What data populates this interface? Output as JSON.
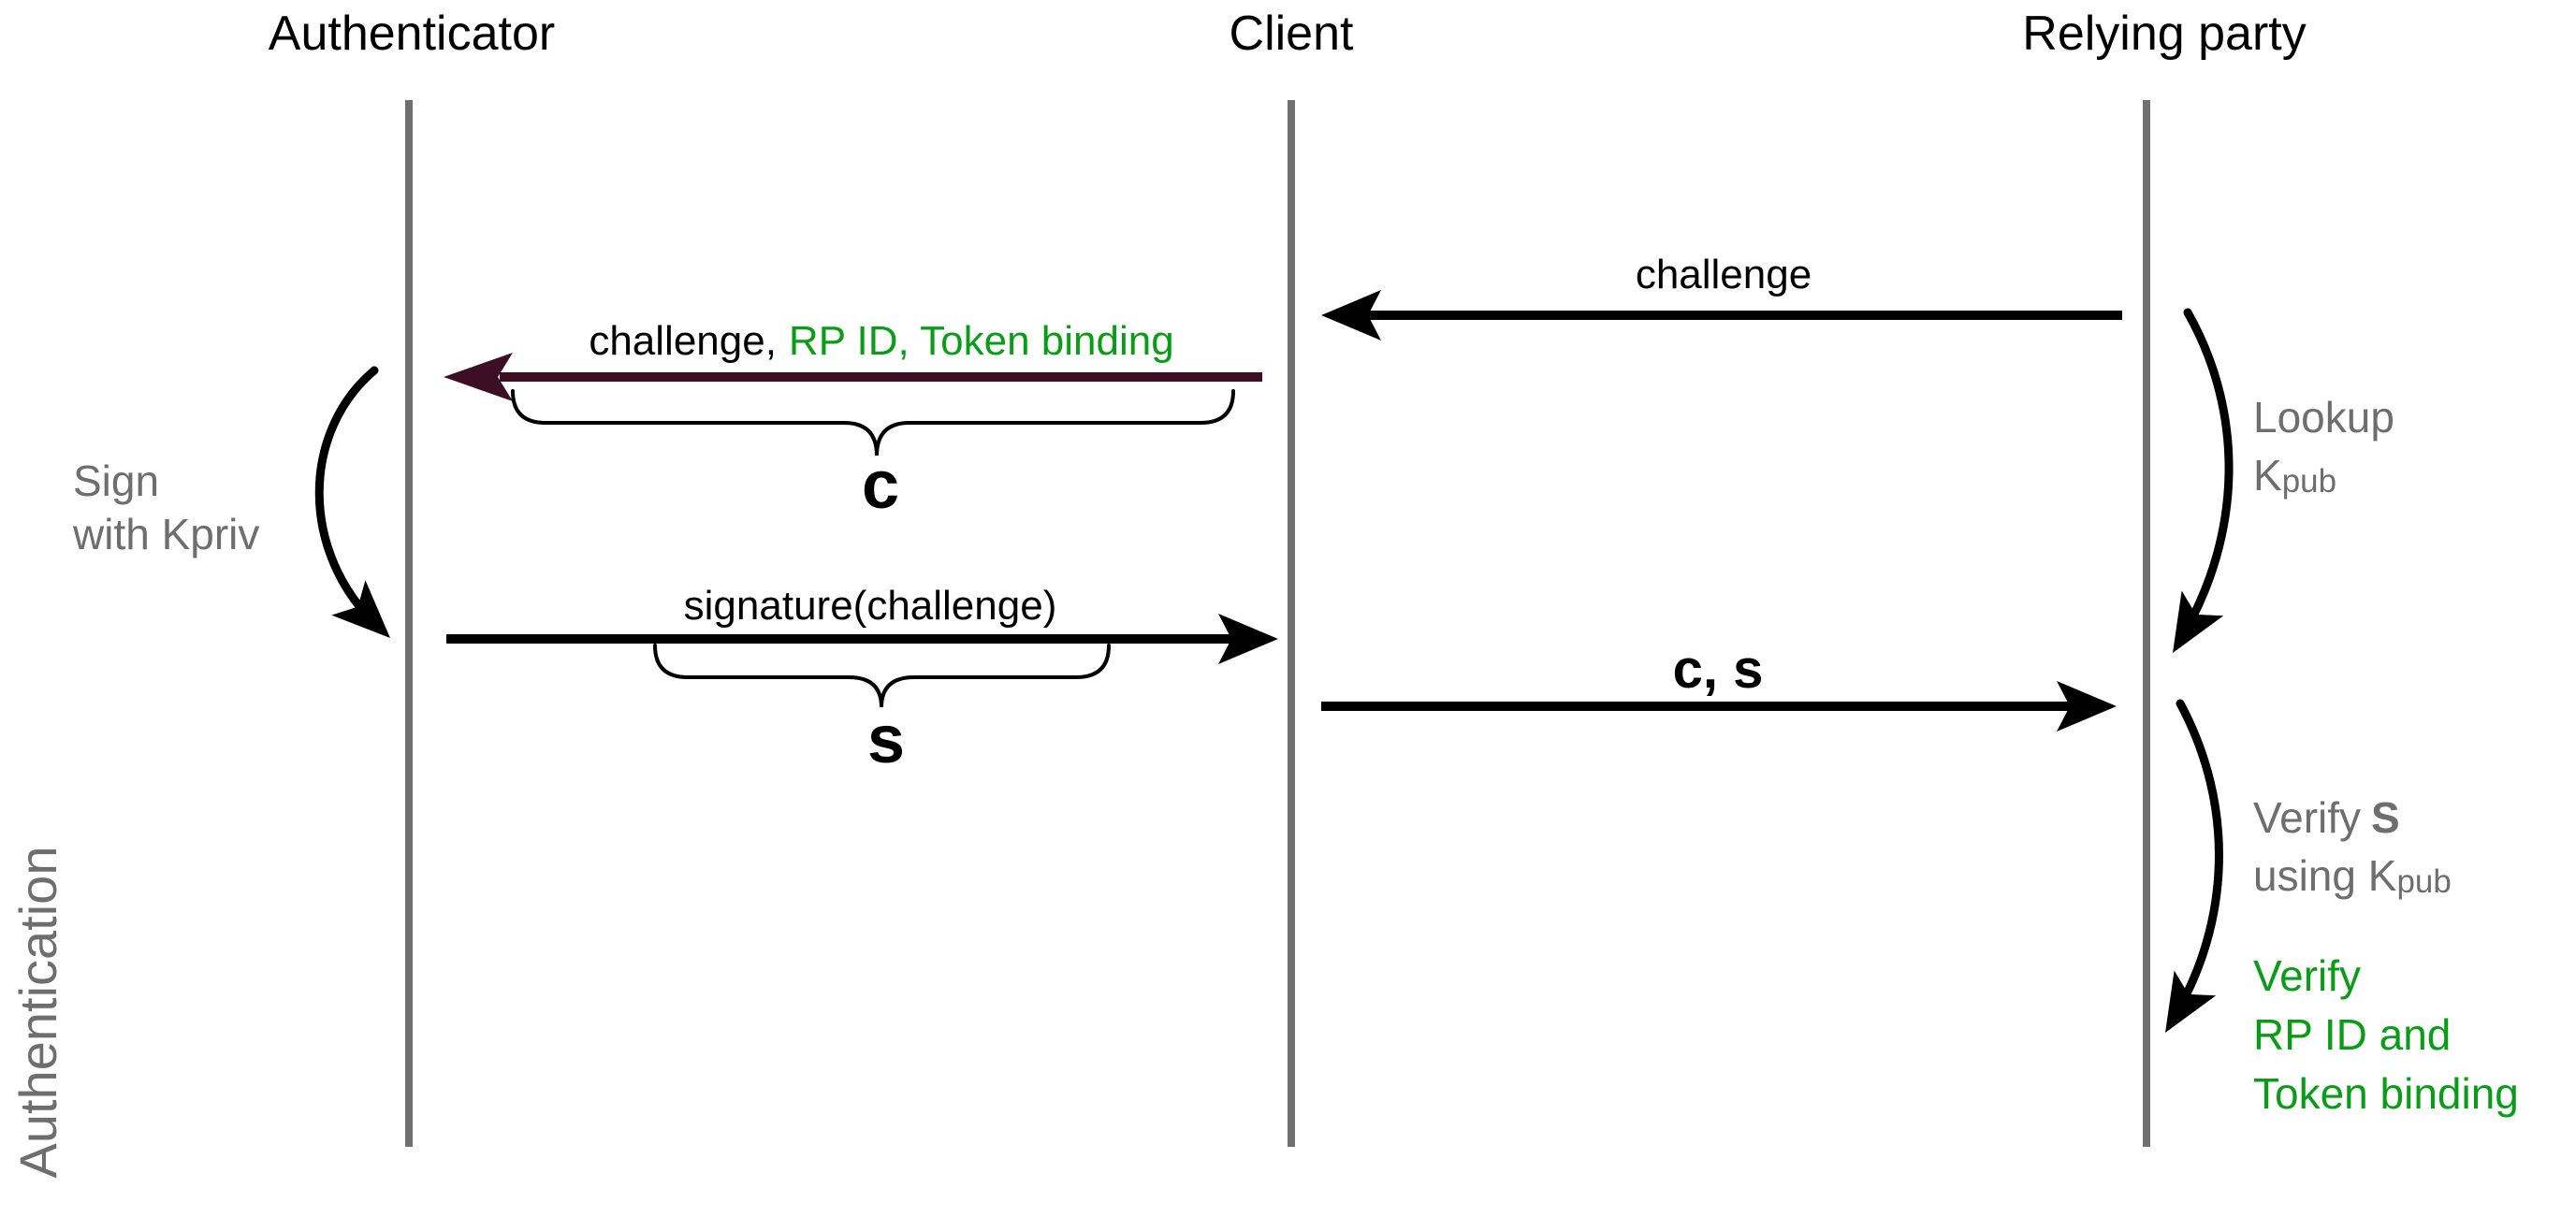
{
  "colors": {
    "background": "#ffffff",
    "black": "#000000",
    "highlight_maroon": "#3c0f25",
    "green": "#0a9c18",
    "gray_text": "#6e6e6e",
    "lifeline_gray": "#707070"
  },
  "side_label": "Authentication",
  "actors": {
    "authenticator": "Authenticator",
    "client": "Client",
    "relying_party": "Relying party"
  },
  "messages": {
    "challenge": {
      "label": "challenge",
      "from": "Relying party",
      "to": "Client"
    },
    "challenge_full": {
      "black_part": "challenge,",
      "green_part": "RP ID, Token binding",
      "from": "Client",
      "to": "Authenticator"
    },
    "signature": {
      "label": "signature(challenge)",
      "from": "Authenticator",
      "to": "Client"
    },
    "c_s": {
      "label": "c, s",
      "from": "Client",
      "to": "Relying party"
    }
  },
  "braces": {
    "c": "c",
    "s": "s"
  },
  "annotations": {
    "sign": {
      "line1": "Sign",
      "line2": "with Kpriv"
    },
    "lookup": {
      "line1": "Lookup",
      "key": "K",
      "key_sub": "pub"
    },
    "verify_sig": {
      "line1_prefix": "Verify",
      "line1_bold": "S",
      "line2_prefix": "using K",
      "key_sub": "pub"
    },
    "verify_rp": {
      "line1": "Verify",
      "line2": "RP ID and",
      "line3": "Token binding"
    }
  }
}
